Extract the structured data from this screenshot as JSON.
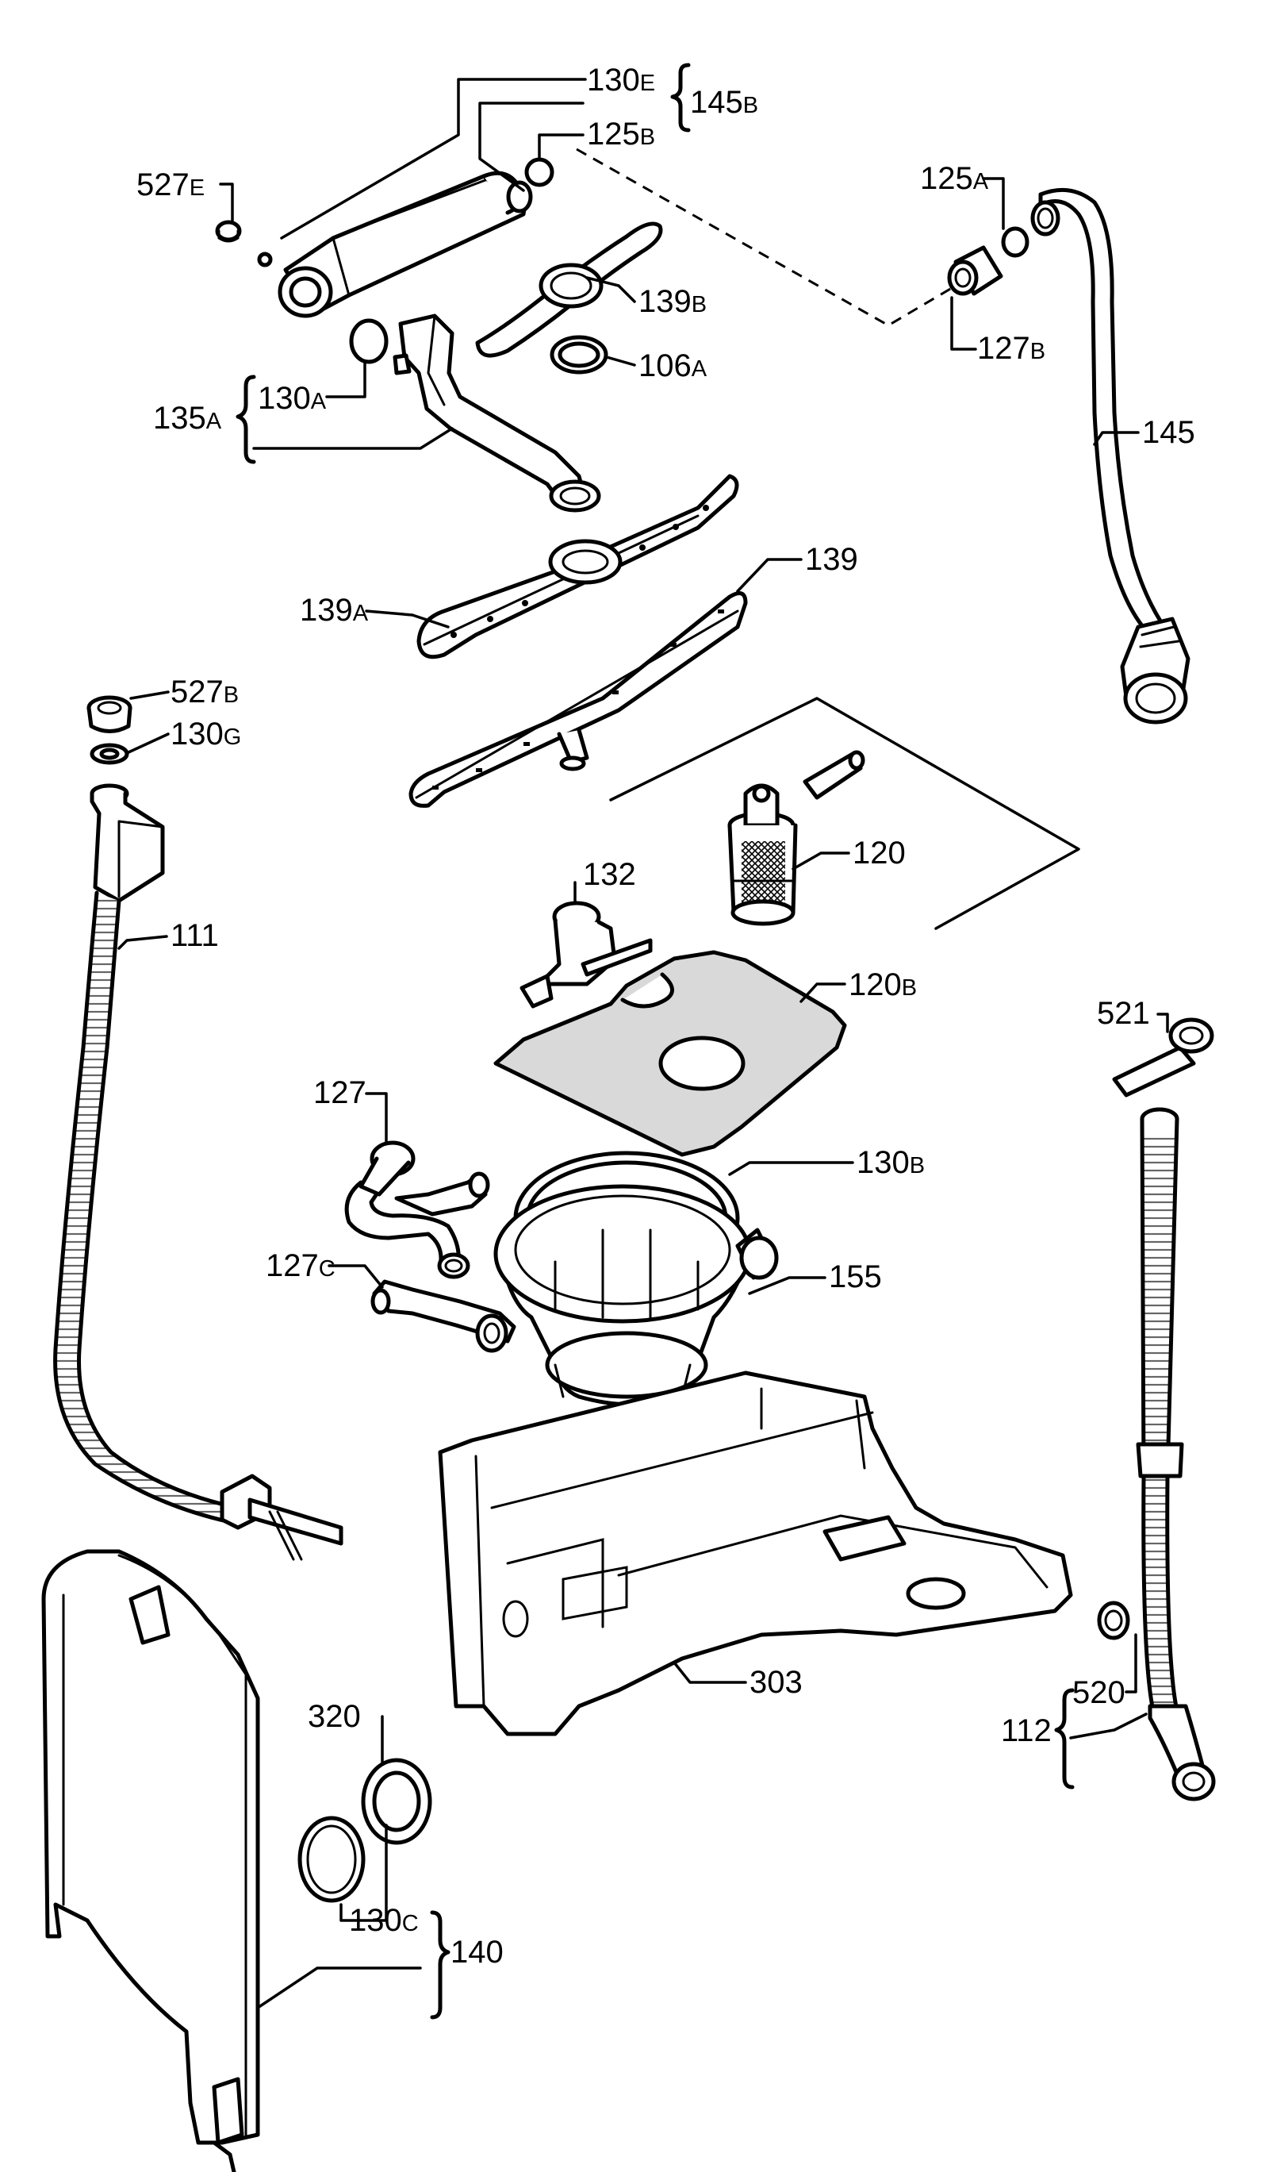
{
  "labels": {
    "l130E": {
      "num": "130",
      "sfx": "E"
    },
    "l145B": {
      "num": "145",
      "sfx": "B"
    },
    "l125B": {
      "num": "125",
      "sfx": "B"
    },
    "l527E": {
      "num": "527",
      "sfx": "E"
    },
    "l125A": {
      "num": "125",
      "sfx": "A"
    },
    "l139B": {
      "num": "139",
      "sfx": "B"
    },
    "l127B": {
      "num": "127",
      "sfx": "B"
    },
    "l106A": {
      "num": "106",
      "sfx": "A"
    },
    "l130A": {
      "num": "130",
      "sfx": "A"
    },
    "l135A": {
      "num": "135",
      "sfx": "A"
    },
    "l145": {
      "num": "145",
      "sfx": ""
    },
    "l139": {
      "num": "139",
      "sfx": ""
    },
    "l139A": {
      "num": "139",
      "sfx": "A"
    },
    "l527B": {
      "num": "527",
      "sfx": "B"
    },
    "l130G": {
      "num": "130",
      "sfx": "G"
    },
    "l120": {
      "num": "120",
      "sfx": ""
    },
    "l132": {
      "num": "132",
      "sfx": ""
    },
    "l111": {
      "num": "111",
      "sfx": ""
    },
    "l120B": {
      "num": "120",
      "sfx": "B"
    },
    "l521": {
      "num": "521",
      "sfx": ""
    },
    "l127": {
      "num": "127",
      "sfx": ""
    },
    "l130B": {
      "num": "130",
      "sfx": "B"
    },
    "l127C": {
      "num": "127",
      "sfx": "C"
    },
    "l155": {
      "num": "155",
      "sfx": ""
    },
    "l303": {
      "num": "303",
      "sfx": ""
    },
    "l320": {
      "num": "320",
      "sfx": ""
    },
    "l112": {
      "num": "112",
      "sfx": ""
    },
    "l520": {
      "num": "520",
      "sfx": ""
    },
    "l130C": {
      "num": "130",
      "sfx": "C"
    },
    "l140": {
      "num": "140",
      "sfx": ""
    }
  }
}
